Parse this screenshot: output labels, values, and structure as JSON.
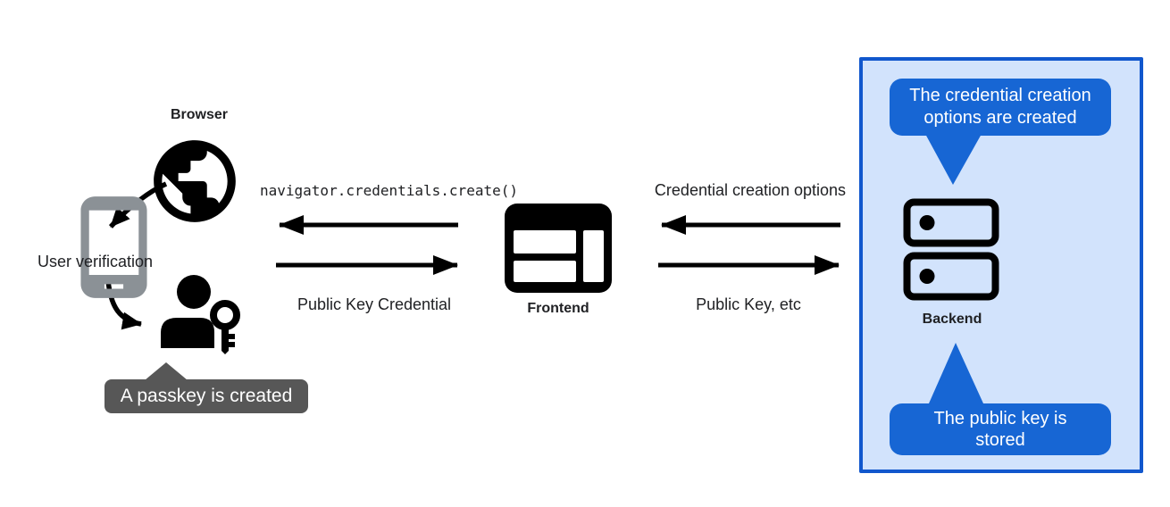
{
  "labels": {
    "browser": "Browser",
    "user_verification": "User verification",
    "frontend": "Frontend",
    "backend": "Backend"
  },
  "messages": {
    "create_call": "navigator.credentials.create()",
    "public_key_credential": "Public Key Credential",
    "credential_creation_options": "Credential creation options",
    "public_key_etc": "Public Key, etc"
  },
  "callouts": {
    "passkey_created": "A passkey is created",
    "options_created_lines": [
      "The credential creation",
      "options are created"
    ],
    "public_key_stored_lines": [
      "The public key is",
      "stored"
    ]
  },
  "icons": {
    "globe": "globe-icon (black sphere with white continents)",
    "phone": "smartphone-icon (gray outline with home bar)",
    "user_key": "user-with-key-icon (person silhouette holding key)",
    "frontend": "browser-window-icon (window with header, two rows, side column)",
    "backend": "server-stack-icon (two stacked server units with drive lights)"
  },
  "colors": {
    "accent_blue": "#1766d4",
    "panel_border": "#1157cd",
    "panel_bg": "#d2e3fc",
    "tooltip_gray": "#575757",
    "phone_gray": "#8b9196",
    "ink": "#202124",
    "icon_black": "#000000"
  }
}
